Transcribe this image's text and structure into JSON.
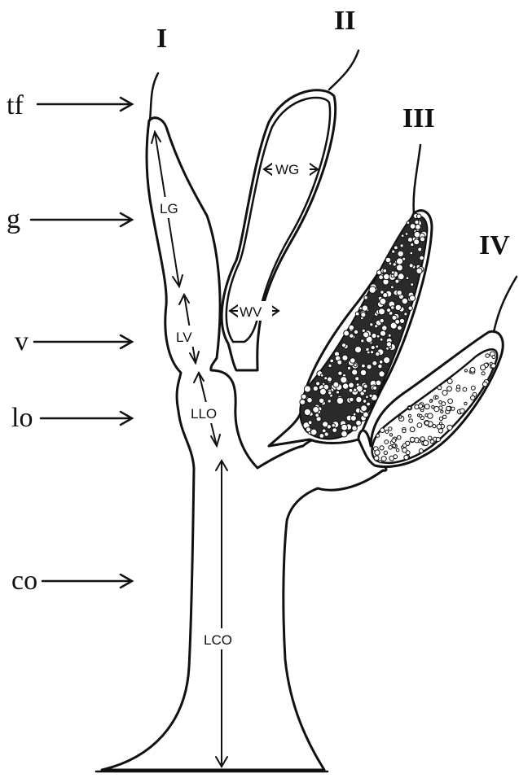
{
  "stage_labels": [
    "I",
    "II",
    "III",
    "IV"
  ],
  "side_labels": [
    "tf",
    "g",
    "v",
    "lo",
    "co"
  ],
  "dimension_labels": {
    "lg": "LG",
    "lv": "LV",
    "llo": "LLO",
    "lco": "LCO",
    "wg": "WG",
    "wv": "WV"
  }
}
